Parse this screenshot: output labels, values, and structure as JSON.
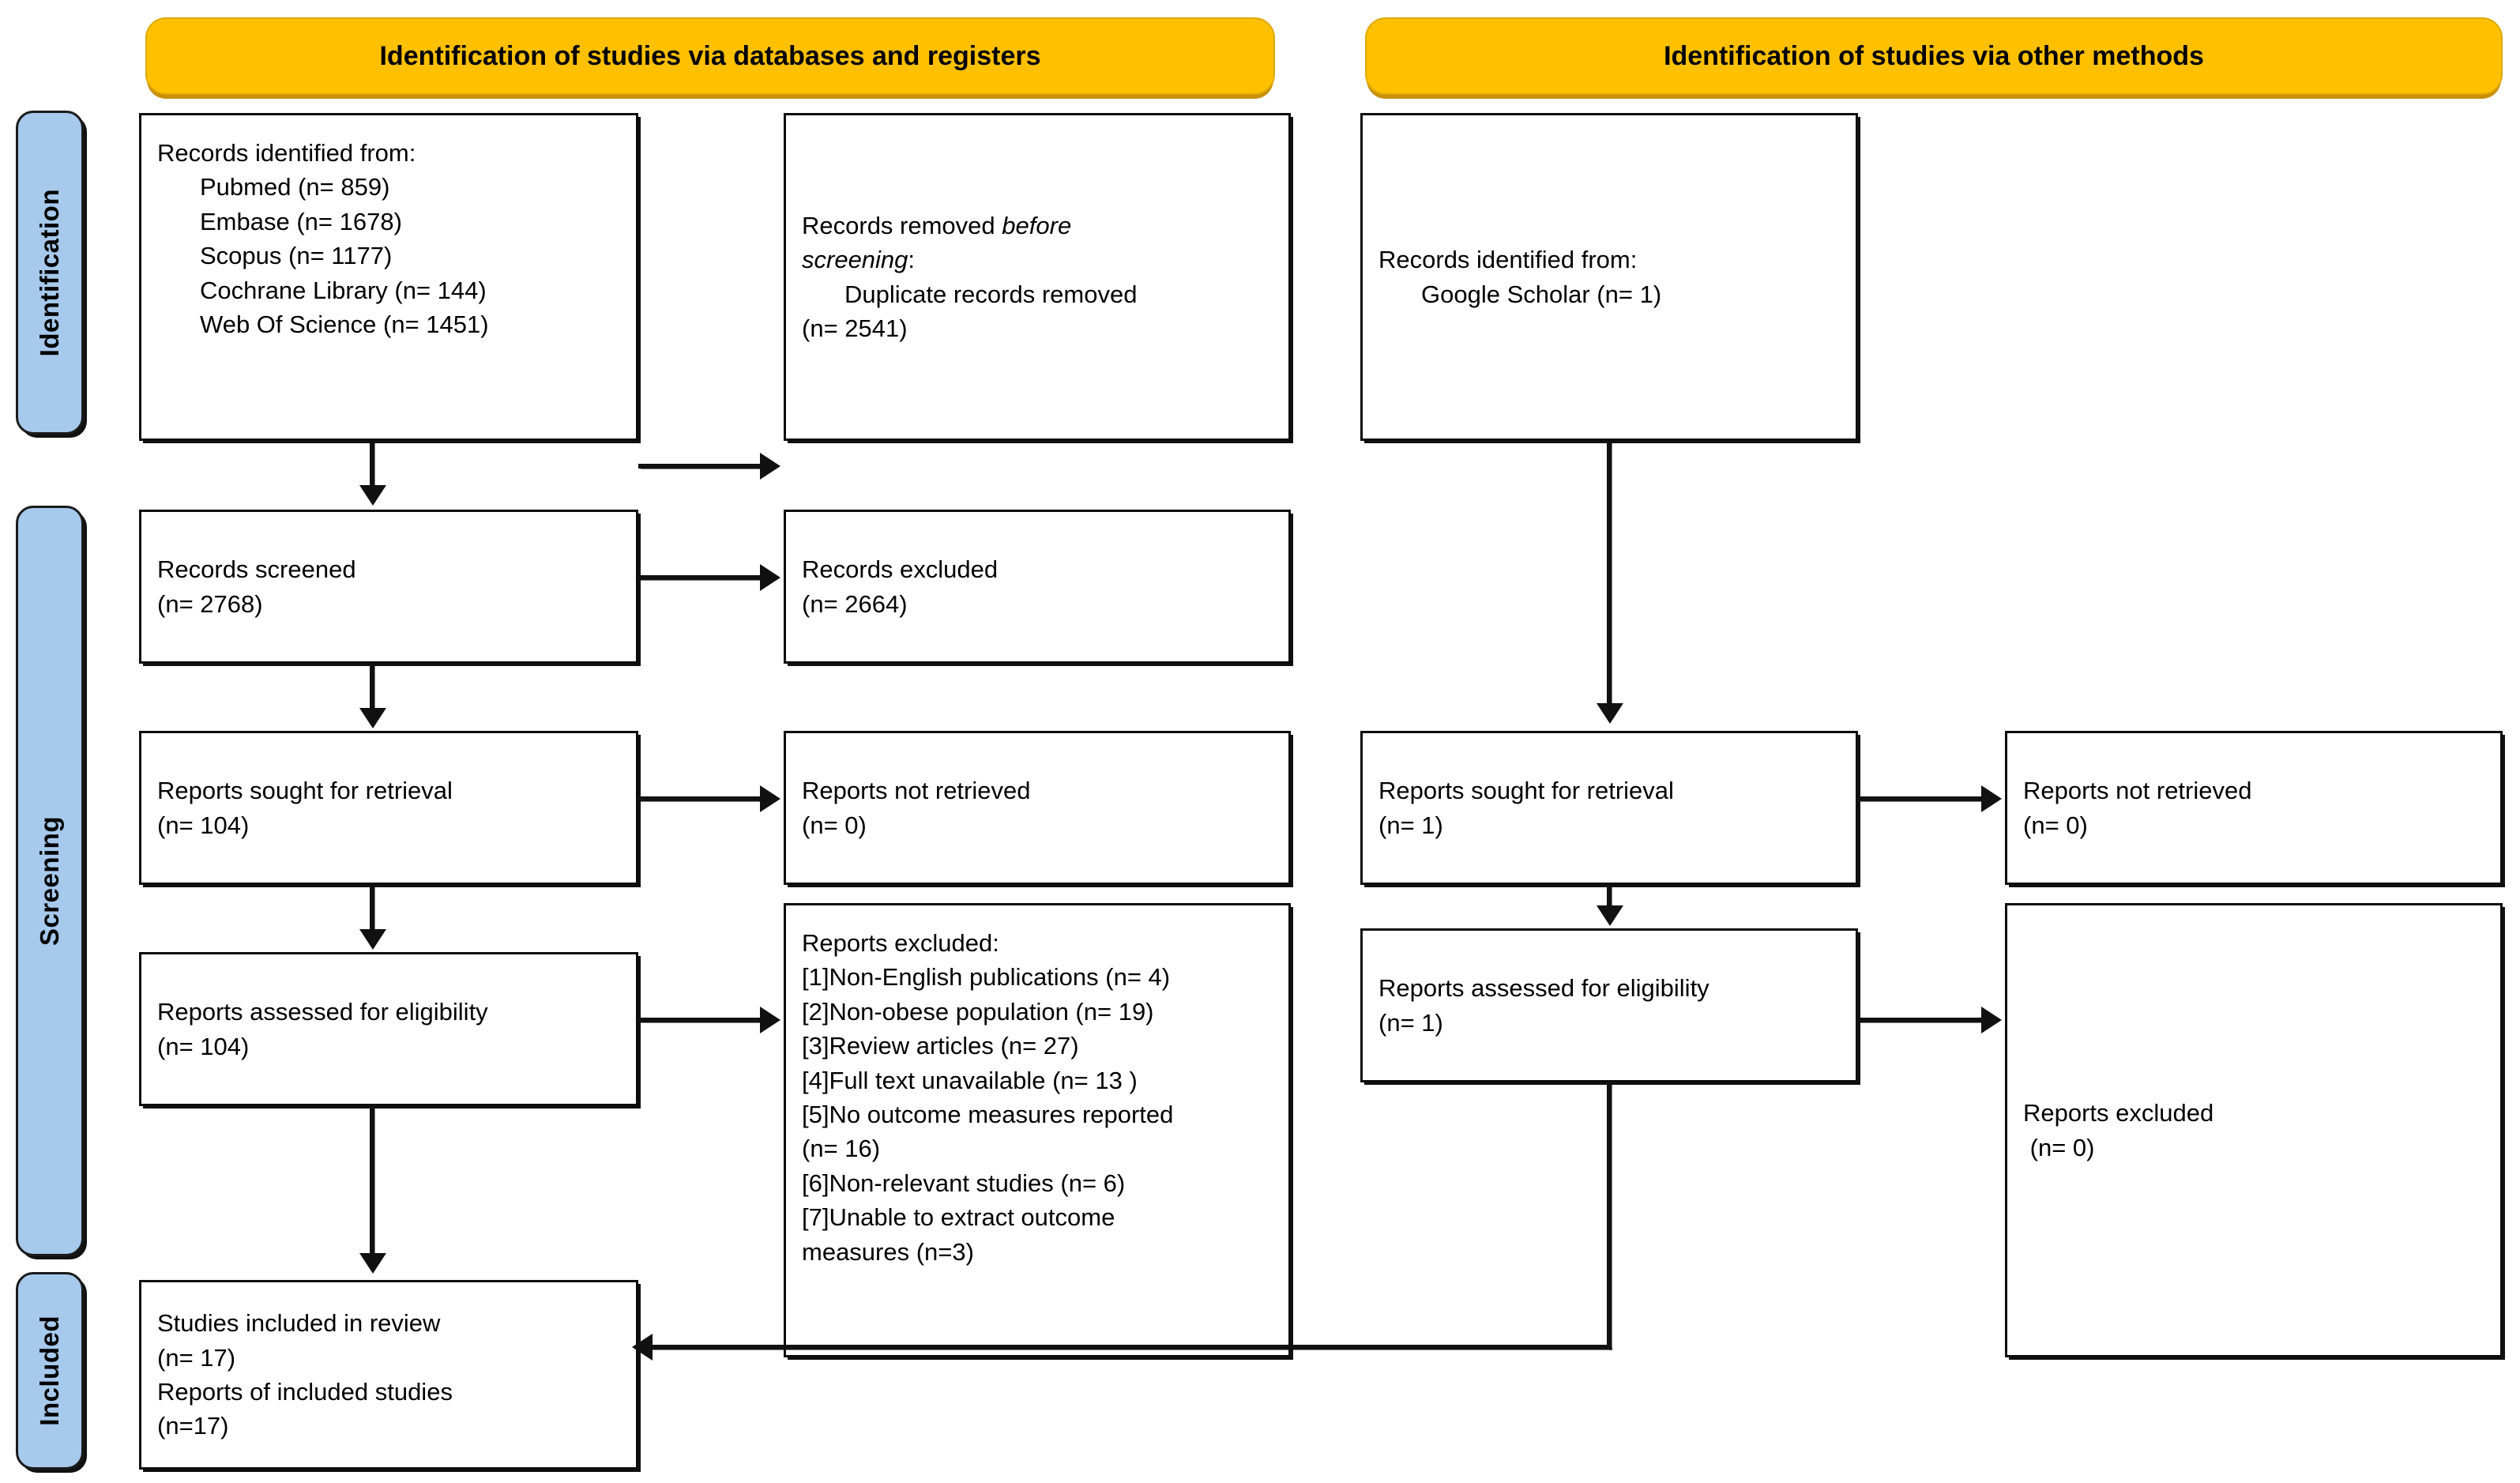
{
  "diagram": {
    "title": "PRISMA 2020 flow diagram",
    "colors": {
      "banner_fill": "#FFC000",
      "banner_edge": "#C8900A",
      "stage_pill_fill": "#A6C9EC",
      "box_border": "#0D0D0D",
      "text": "#000000",
      "background": "#FFFFFF"
    }
  },
  "banners": {
    "left": "Identification of studies via databases and registers",
    "right": "Identification of studies via other methods"
  },
  "stages": [
    {
      "key": "identification",
      "label": "Identification"
    },
    {
      "key": "screening",
      "label": "Screening"
    },
    {
      "key": "included",
      "label": "Included"
    }
  ],
  "left_column": {
    "identified": {
      "heading": "Records identified from:",
      "sources": [
        "Pubmed (n= 859)",
        "Embase (n= 1678)",
        "Scopus (n= 1177)",
        "Cochrane Library (n= 144)",
        "Web Of Science (n= 1451)"
      ]
    },
    "removed": {
      "heading_pre": "Records removed ",
      "heading_em1": "before",
      "heading_em2": "screening",
      "heading_post": ":",
      "items": [
        "Duplicate records removed",
        "(n= 2541)"
      ]
    },
    "screened": {
      "label": "Records screened",
      "count": "(n= 2768)"
    },
    "records_excluded": {
      "label": "Records excluded",
      "count": "(n= 2664)"
    },
    "sought": {
      "label": "Reports sought for retrieval",
      "count": "(n= 104)"
    },
    "not_retrieved": {
      "label": "Reports not retrieved",
      "count": "(n= 0)"
    },
    "assessed": {
      "label": "Reports assessed for eligibility",
      "count": "(n= 104)"
    },
    "reports_excluded": {
      "heading": "Reports excluded:",
      "reasons": [
        "[1]Non-English publications (n= 4)",
        "[2]Non-obese population (n= 19)",
        "[3]Review articles (n= 27)",
        "[4]Full text unavailable (n= 13 )",
        "[5]No outcome measures reported",
        "(n= 16)",
        "[6]Non-relevant studies (n= 6)",
        "[7]Unable to extract outcome",
        "measures (n=3)"
      ]
    },
    "included": {
      "line1": "Studies included in review",
      "line2": "(n= 17)",
      "line3": "Reports of included studies",
      "line4": "(n=17)"
    }
  },
  "right_column": {
    "identified": {
      "heading": "Records identified from:",
      "sources": [
        "Google Scholar (n= 1)"
      ]
    },
    "sought": {
      "label": "Reports sought for retrieval",
      "count": "(n= 1)"
    },
    "not_retrieved": {
      "label": "Reports not retrieved",
      "count": "(n= 0)"
    },
    "assessed": {
      "label": "Reports assessed for eligibility",
      "count": "(n= 1)"
    },
    "reports_excluded": {
      "label": "Reports excluded",
      "count": " (n= 0)"
    }
  }
}
